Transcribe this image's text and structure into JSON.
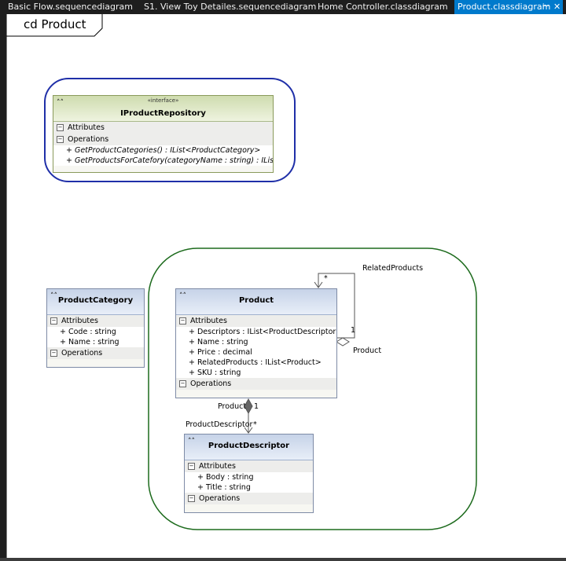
{
  "tabs": [
    {
      "label": "Basic Flow.sequencediagram",
      "active": false
    },
    {
      "label": "S1. View Toy Detailes.sequencediagram",
      "active": false
    },
    {
      "label": "Home Controller.classdiagram",
      "active": false
    },
    {
      "label": "Product.classdiagram",
      "active": true
    }
  ],
  "frame": {
    "label": "cd Product"
  },
  "classes": {
    "repo": {
      "stereotype": "«interface»",
      "name": "IProductRepository",
      "attributes_label": "Attributes",
      "operations_label": "Operations",
      "operations": [
        "+ GetProductCategories() : IList<ProductCategory>",
        "+ GetProductsForCatefory(categoryName : string) : IList<P..."
      ]
    },
    "category": {
      "name": "ProductCategory",
      "attributes_label": "Attributes",
      "attributes": [
        "+ Code : string",
        "+ Name : string"
      ],
      "operations_label": "Operations"
    },
    "product": {
      "name": "Product",
      "attributes_label": "Attributes",
      "attributes": [
        "+ Descriptors : IList<ProductDescriptor>",
        "+ Name : string",
        "+ Price : decimal",
        "+ RelatedProducts : IList<Product>",
        "+ SKU : string"
      ],
      "operations_label": "Operations"
    },
    "descriptor": {
      "name": "ProductDescriptor",
      "attributes_label": "Attributes",
      "attributes": [
        "+ Body : string",
        "+ Title : string"
      ],
      "operations_label": "Operations"
    }
  },
  "associations": {
    "related_products": "RelatedProducts",
    "self_star": "*",
    "self_one": "1",
    "self_product": "Product",
    "comp_product": "Product",
    "comp_one": "1",
    "comp_descriptor": "ProductDescriptor",
    "comp_star": "*"
  },
  "icons": {
    "collapse": "chevron-up-icon",
    "section": "minus-box-icon",
    "pin": "pin-icon",
    "close": "close-icon"
  },
  "colors": {
    "tab_active": "#007acc",
    "repo_outline": "#1f2fa8",
    "product_outline": "#1d6b1d"
  }
}
